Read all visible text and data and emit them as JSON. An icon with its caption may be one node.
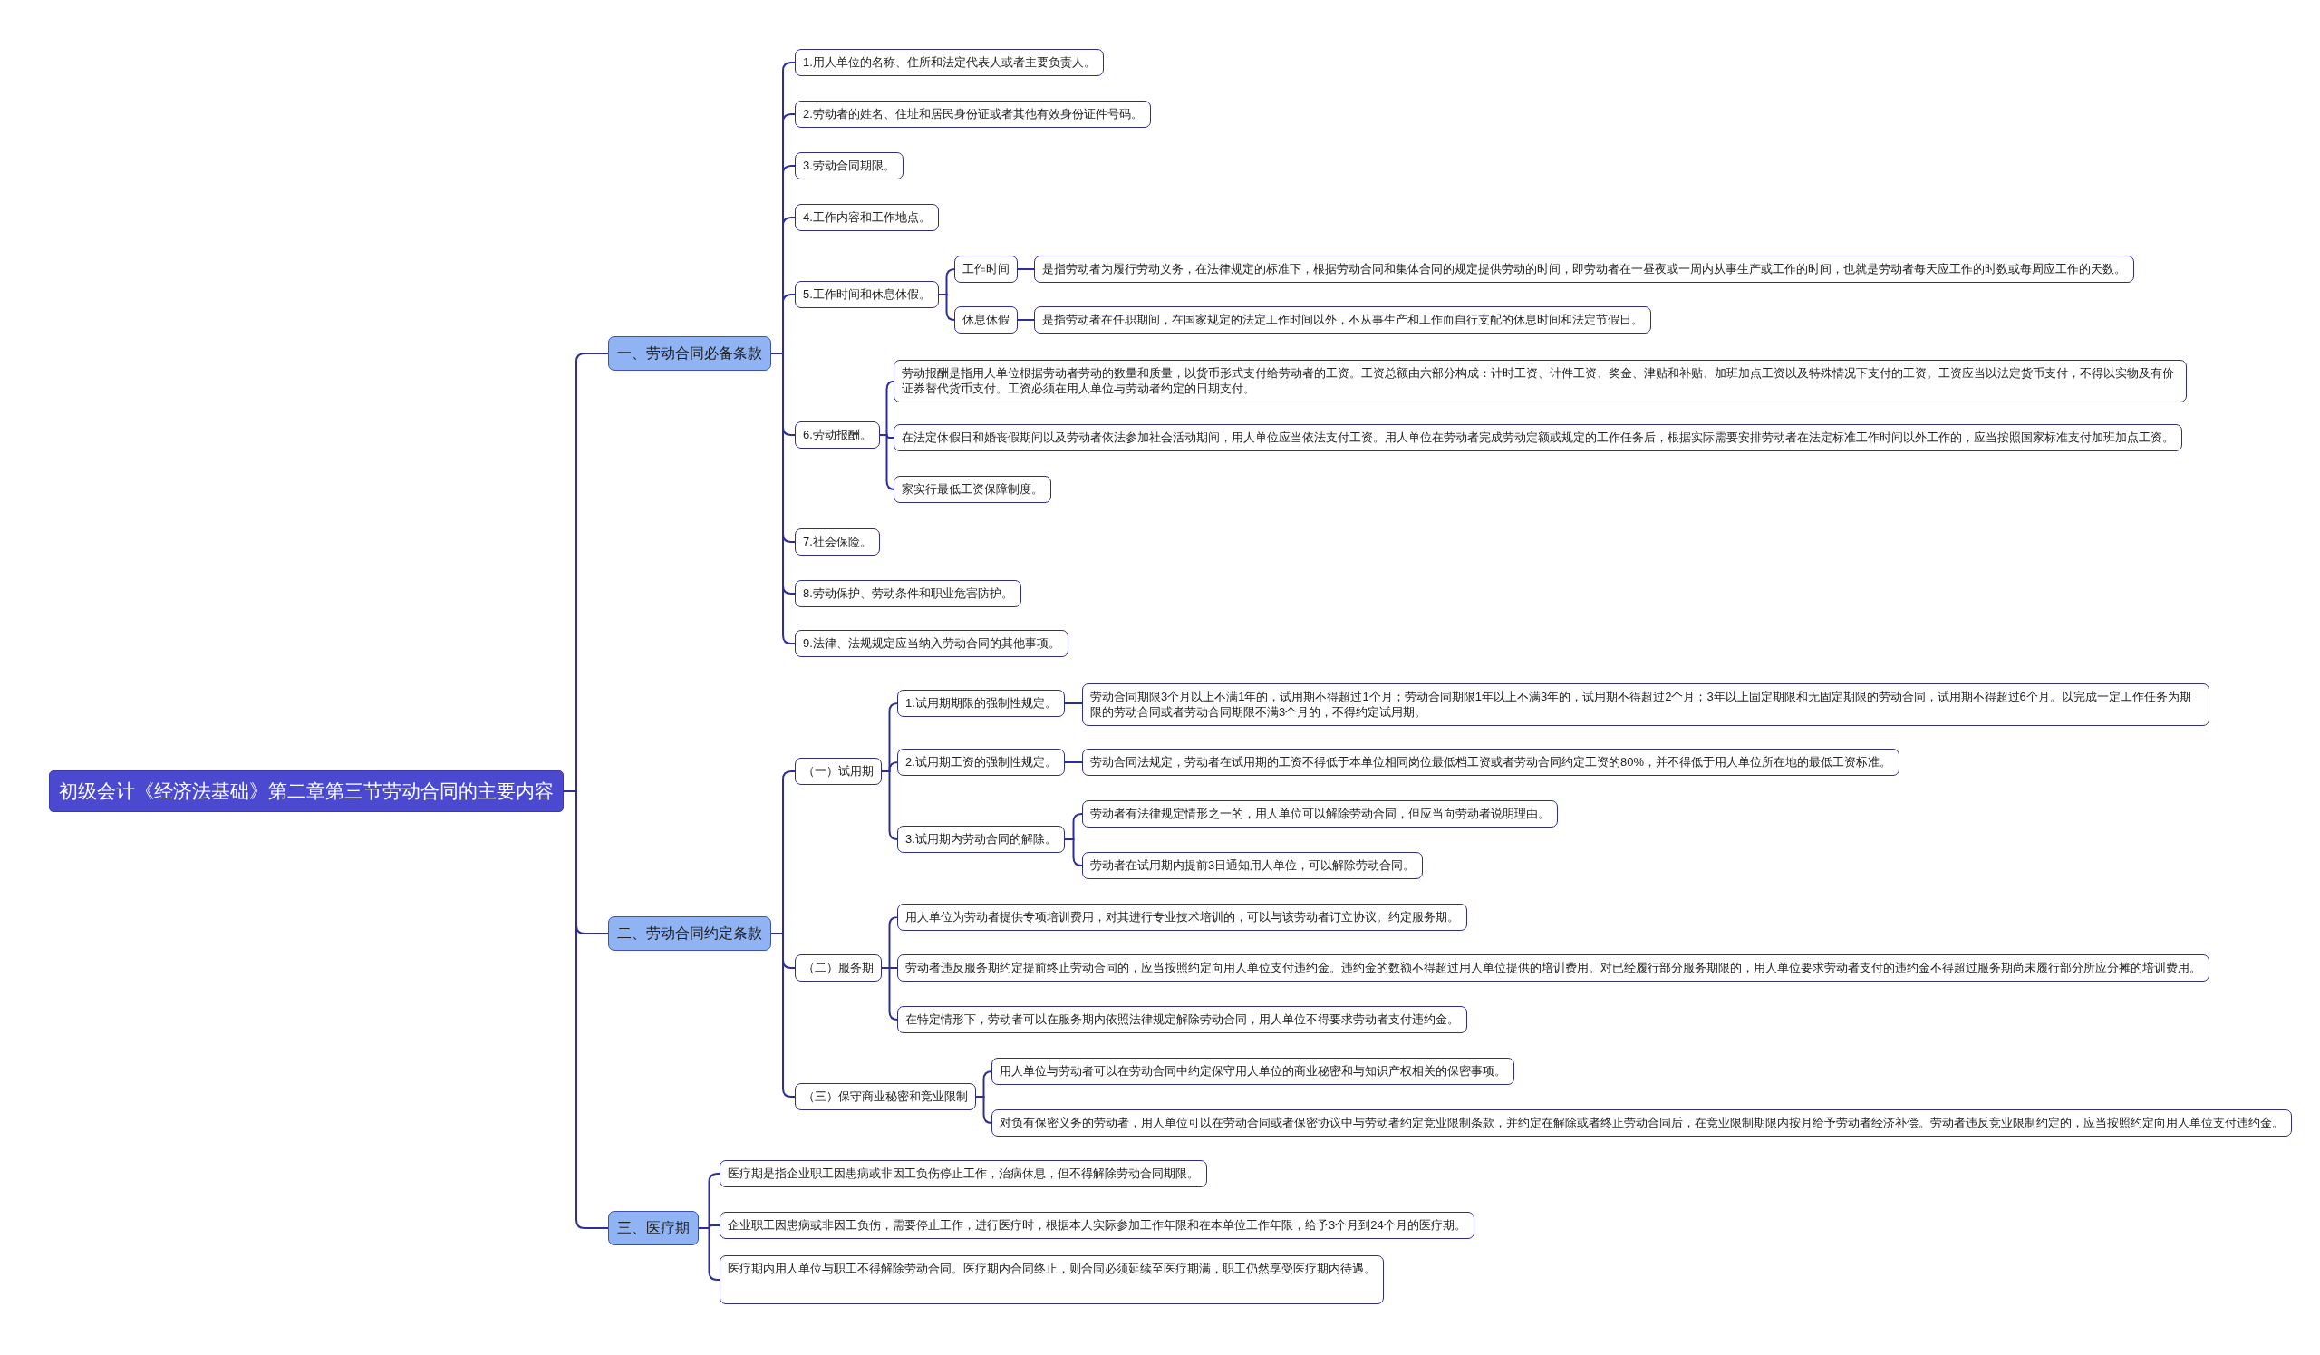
{
  "diagram": {
    "nodes": [
      {
        "text": [
          "初级会计《经济法基础》第二章第三节劳动合同的主要内容"
        ]
      },
      {
        "text": [
          "一、劳动合同必备条款"
        ]
      },
      {
        "text": [
          "1.用人单位的名称、住所和法定代表人或者主要负责人。"
        ]
      },
      {
        "text": [
          "2.劳动者的姓名、住址和居民身份证或者其他有效身份证件号码。"
        ]
      },
      {
        "text": [
          "3.劳动合同期限。"
        ]
      },
      {
        "text": [
          "4.工作内容和工作地点。"
        ]
      },
      {
        "text": [
          "5.工作时间和休息休假。"
        ]
      },
      {
        "text": [
          "工作时间"
        ]
      },
      {
        "text": [
          "是指劳动者为履行劳动义务，在法律规定的标准下，根据劳动合同和集体合同的规定提供劳动的时间，即劳动者在一昼夜或一周内从事生产或工作的时间，也就是劳动者每天应工作的时数或每周应工作的天数。"
        ]
      },
      {
        "text": [
          "休息休假"
        ]
      },
      {
        "text": [
          "是指劳动者在任职期间，在国家规定的法定工作时间以外，不从事生产和工作而自行支配的休息时间和法定节假日。"
        ]
      },
      {
        "text": [
          "6.劳动报酬。"
        ]
      },
      {
        "text": [
          "劳动报酬是指用人单位根据劳动者劳动的数量和质量，以货币形式支付给劳动者的工资。工资总额由六部分构成：计时工资、计件工资、奖金、津贴和补贴、加班加点工资以及特殊情况下支付的工资。工资应当以法定货币支付，不得以实物及有价证券替代货币支付。工资必须在用人单位与劳动者约定的日期支付。"
        ]
      },
      {
        "text": [
          "在法定休假日和婚丧假期间以及劳动者依法参加社会活动期间，用人单位应当依法支付工资。用人单位在劳动者完成劳动定额或规定的工作任务后，根据实际需要安排劳动者在法定标准工作时间以外工作的，应当按照国家标准支付加班加点工资。"
        ]
      },
      {
        "text": [
          "家实行最低工资保障制度。"
        ]
      },
      {
        "text": [
          "7.社会保险。"
        ]
      },
      {
        "text": [
          "8.劳动保护、劳动条件和职业危害防护。"
        ]
      },
      {
        "text": [
          "9.法律、法规规定应当纳入劳动合同的其他事项。"
        ]
      },
      {
        "text": [
          "二、劳动合同约定条款"
        ]
      },
      {
        "text": [
          "（一）试用期"
        ]
      },
      {
        "text": [
          "1.试用期期限的强制性规定。"
        ]
      },
      {
        "text": [
          "劳动合同期限3个月以上不满1年的，试用期不得超过1个月；劳动合同期限1年以上不满3年的，试用期不得超过2个月；3年以上固定期限和无固定期限的劳动合同，试用期不得超过6个月。以完成一定工作任务为期限的劳动合同或者劳动合同期限不满3个月的，不得约定试用期。"
        ]
      },
      {
        "text": [
          "2.试用期工资的强制性规定。"
        ]
      },
      {
        "text": [
          "劳动合同法规定，劳动者在试用期的工资不得低于本单位相同岗位最低档工资或者劳动合同约定工资的80%，并不得低于用人单位所在地的最低工资标准。"
        ]
      },
      {
        "text": [
          "3.试用期内劳动合同的解除。"
        ]
      },
      {
        "text": [
          "劳动者有法律规定情形之一的，用人单位可以解除劳动合同，但应当向劳动者说明理由。"
        ]
      },
      {
        "text": [
          "劳动者在试用期内提前3日通知用人单位，可以解除劳动合同。"
        ]
      },
      {
        "text": [
          "（二）服务期"
        ]
      },
      {
        "text": [
          "用人单位为劳动者提供专项培训费用，对其进行专业技术培训的，可以与该劳动者订立协议。约定服务期。"
        ]
      },
      {
        "text": [
          "劳动者违反服务期约定提前终止劳动合同的，应当按照约定向用人单位支付违约金。违约金的数额不得超过用人单位提供的培训费用。对已经履行部分服务期限的，用人单位要求劳动者支付的违约金不得超过服务期尚未履行部分所应分摊的培训费用。"
        ]
      },
      {
        "text": [
          "在特定情形下，劳动者可以在服务期内依照法律规定解除劳动合同，用人单位不得要求劳动者支付违约金。"
        ]
      },
      {
        "text": [
          "（三）保守商业秘密和竞业限制"
        ]
      },
      {
        "text": [
          "用人单位与劳动者可以在劳动合同中约定保守用人单位的商业秘密和与知识产权相关的保密事项。"
        ]
      },
      {
        "text": [
          "对负有保密义务的劳动者，用人单位可以在劳动合同或者保密协议中与劳动者约定竞业限制条款，并约定在解除或者终止劳动合同后，在竞业限制期限内按月给予劳动者经济补偿。劳动者违反竞业限制约定的，应当按照约定向用人单位支付违约金。"
        ]
      },
      {
        "text": [
          "三、医疗期"
        ]
      },
      {
        "text": [
          "医疗期是指企业职工因患病或非因工负伤停止工作，治病休息，但不得解除劳动合同期限。"
        ]
      },
      {
        "text": [
          "企业职工因患病或非因工负伤，需要停止工作，进行医疗时，根据本人实际参加工作年限和在本单位工作年限，给予3个月到24个月的医疗期。"
        ]
      },
      {
        "text": [
          "医疗期内用人单位与职工不得解除劳动合同。医疗期内合同终止，则合同必须延续至医疗期满，职工仍然享受医疗期内待遇。"
        ]
      }
    ],
    "edges": [
      {
        "from": 0,
        "to": 1,
        "arrow": "none"
      },
      {
        "from": 1,
        "to": 2,
        "arrow": "none"
      },
      {
        "from": 1,
        "to": 3,
        "arrow": "none"
      },
      {
        "from": 1,
        "to": 4,
        "arrow": "none"
      },
      {
        "from": 1,
        "to": 5,
        "arrow": "none"
      },
      {
        "from": 1,
        "to": 6,
        "arrow": "none"
      },
      {
        "from": 6,
        "to": 7,
        "arrow": "none"
      },
      {
        "from": 7,
        "to": 8,
        "arrow": "none"
      },
      {
        "from": 6,
        "to": 9,
        "arrow": "none"
      },
      {
        "from": 9,
        "to": 10,
        "arrow": "none"
      },
      {
        "from": 1,
        "to": 11,
        "arrow": "none"
      },
      {
        "from": 11,
        "to": 12,
        "arrow": "none"
      },
      {
        "from": 11,
        "to": 13,
        "arrow": "none"
      },
      {
        "from": 11,
        "to": 14,
        "arrow": "none"
      },
      {
        "from": 1,
        "to": 15,
        "arrow": "none"
      },
      {
        "from": 1,
        "to": 16,
        "arrow": "none"
      },
      {
        "from": 1,
        "to": 17,
        "arrow": "none"
      },
      {
        "from": 0,
        "to": 18,
        "arrow": "none"
      },
      {
        "from": 18,
        "to": 19,
        "arrow": "none"
      },
      {
        "from": 19,
        "to": 20,
        "arrow": "none"
      },
      {
        "from": 20,
        "to": 21,
        "arrow": "none"
      },
      {
        "from": 19,
        "to": 22,
        "arrow": "none"
      },
      {
        "from": 22,
        "to": 23,
        "arrow": "none"
      },
      {
        "from": 19,
        "to": 24,
        "arrow": "none"
      },
      {
        "from": 24,
        "to": 25,
        "arrow": "none"
      },
      {
        "from": 24,
        "to": 26,
        "arrow": "none"
      },
      {
        "from": 18,
        "to": 27,
        "arrow": "none"
      },
      {
        "from": 27,
        "to": 28,
        "arrow": "none"
      },
      {
        "from": 27,
        "to": 29,
        "arrow": "none"
      },
      {
        "from": 27,
        "to": 30,
        "arrow": "none"
      },
      {
        "from": 18,
        "to": 31,
        "arrow": "none"
      },
      {
        "from": 31,
        "to": 32,
        "arrow": "none"
      },
      {
        "from": 31,
        "to": 33,
        "arrow": "none"
      },
      {
        "from": 0,
        "to": 34,
        "arrow": "none"
      },
      {
        "from": 34,
        "to": 35,
        "arrow": "none"
      },
      {
        "from": 34,
        "to": 36,
        "arrow": "none"
      },
      {
        "from": 34,
        "to": 37,
        "arrow": "none"
      }
    ]
  }
}
